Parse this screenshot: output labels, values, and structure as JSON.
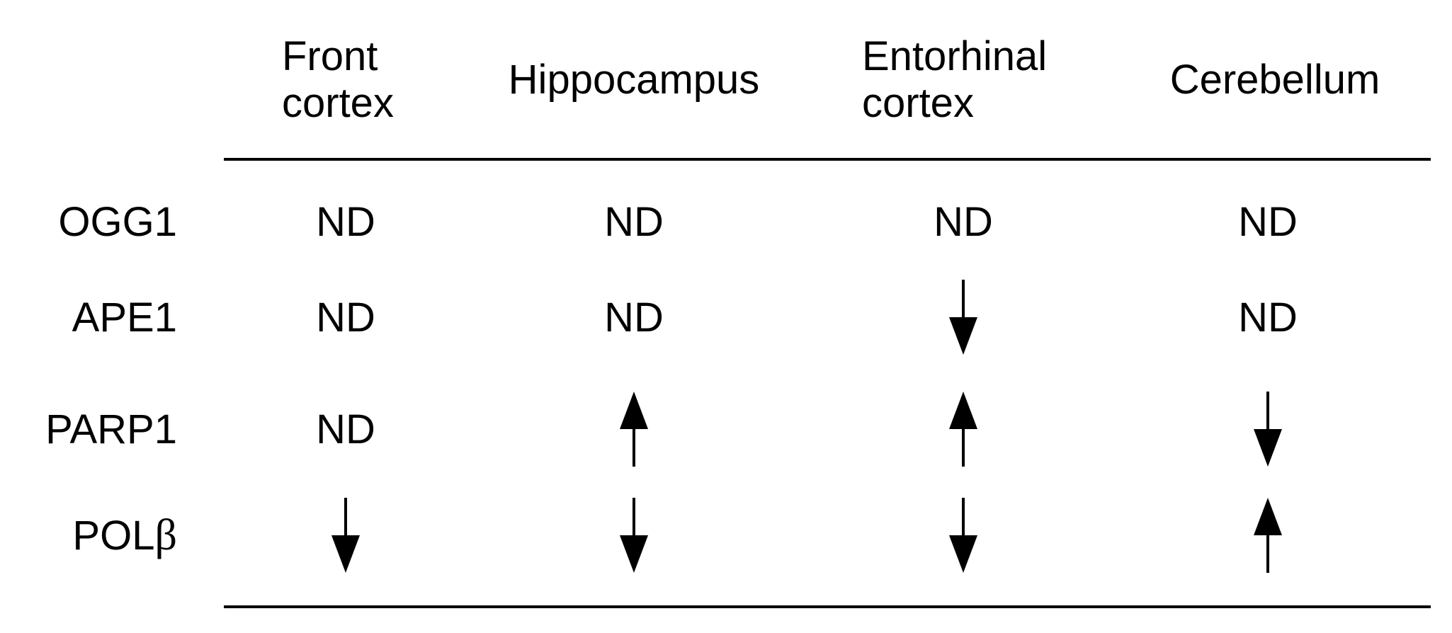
{
  "table": {
    "columns": [
      {
        "label": "Front\ncortex",
        "align": "left"
      },
      {
        "label": "Hippocampus",
        "align": "center"
      },
      {
        "label": "Entorhinal\ncortex",
        "align": "left"
      },
      {
        "label": "Cerebellum",
        "align": "center"
      }
    ],
    "rows": [
      {
        "label": "OGG1",
        "label_main": "OGG1",
        "label_suffix": "",
        "cells": [
          "ND",
          "ND",
          "ND",
          "ND"
        ]
      },
      {
        "label": "APE1",
        "label_main": "APE1",
        "label_suffix": "",
        "cells": [
          "ND",
          "ND",
          "down-arrow",
          "ND"
        ]
      },
      {
        "label": "PARP1",
        "label_main": "PARP1",
        "label_suffix": "",
        "cells": [
          "ND",
          "up-arrow",
          "up-arrow",
          "down-arrow"
        ]
      },
      {
        "label": "POLβ",
        "label_main": "POL",
        "label_suffix": "β",
        "cells": [
          "down-arrow",
          "down-arrow",
          "down-arrow",
          "up-arrow"
        ]
      }
    ]
  }
}
